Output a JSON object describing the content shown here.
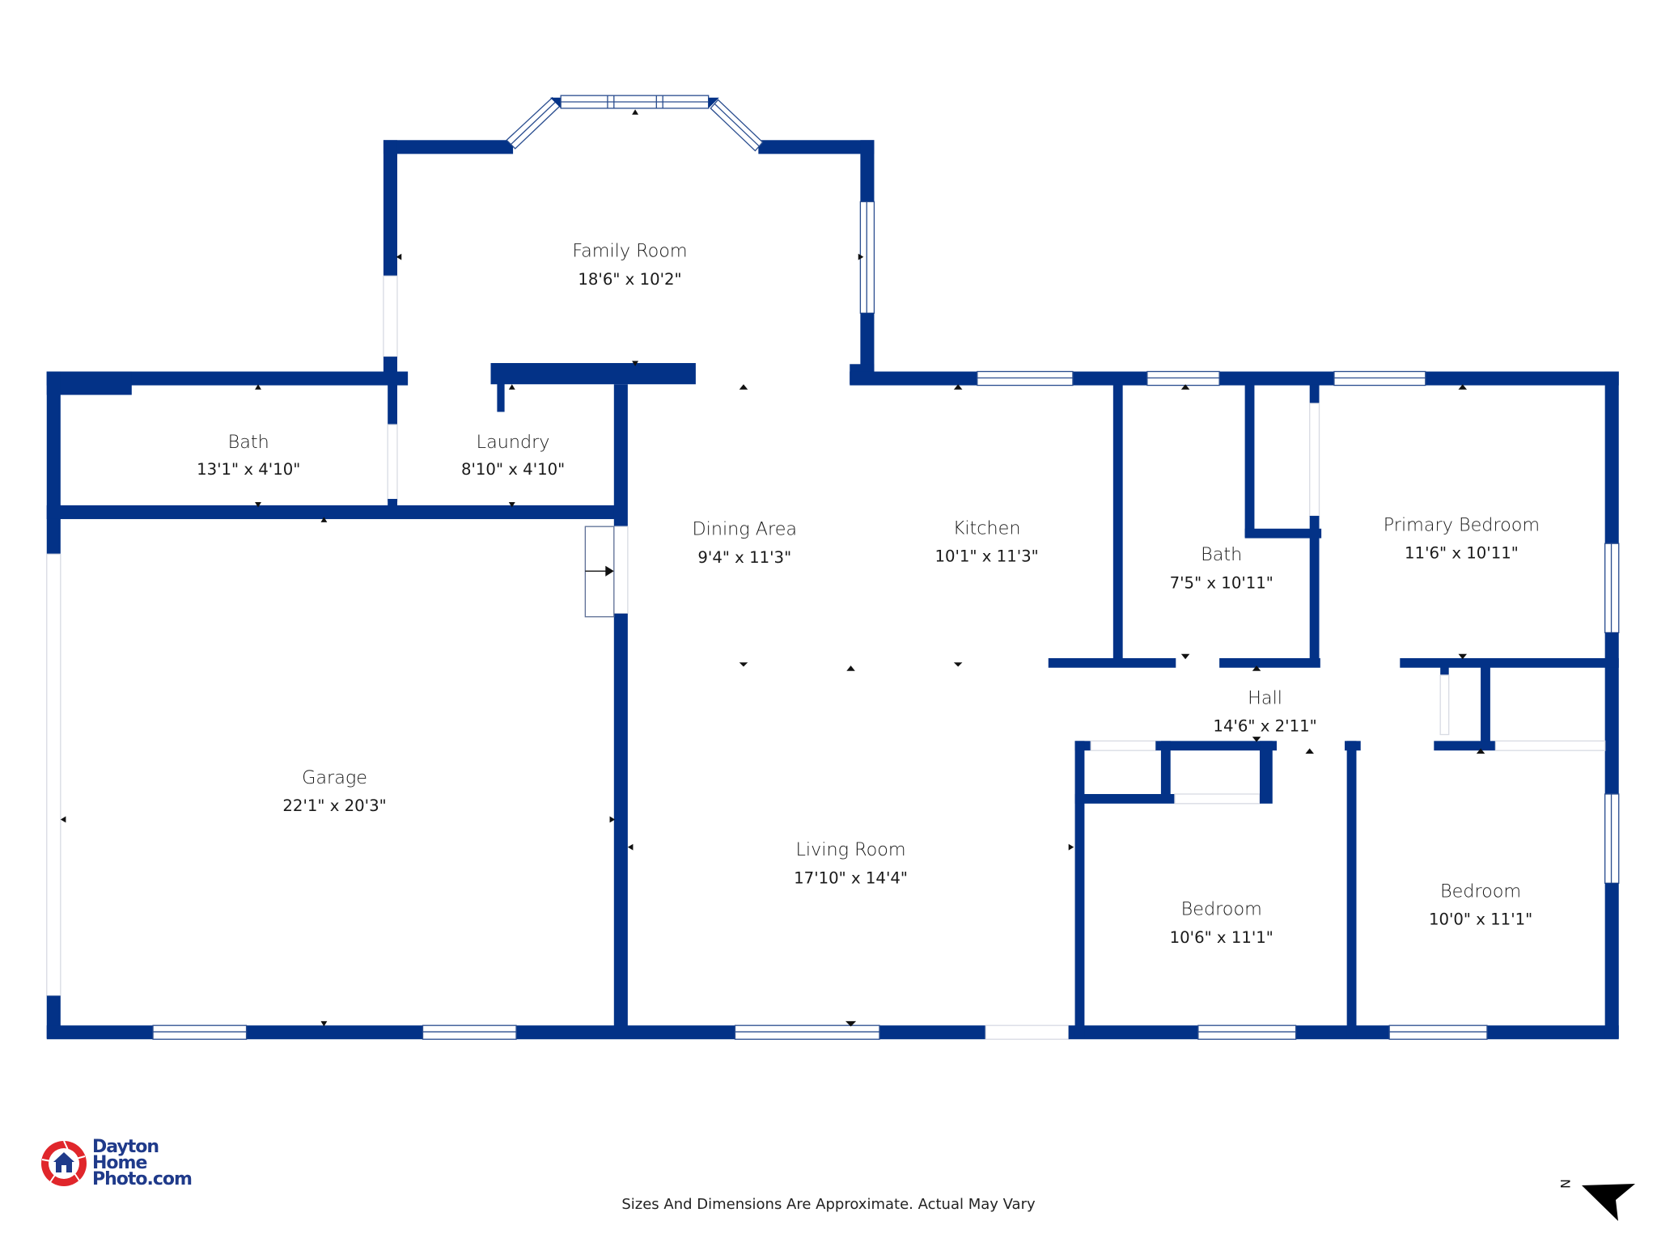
{
  "plan": {
    "wall_color": "#033287",
    "rooms": [
      {
        "name": "Family Room",
        "dims": "18'6\" x 10'2\""
      },
      {
        "name": "Bath",
        "dims": "13'1\" x 4'10\""
      },
      {
        "name": "Laundry",
        "dims": "8'10\" x 4'10\""
      },
      {
        "name": "Dining Area",
        "dims": "9'4\" x 11'3\""
      },
      {
        "name": "Kitchen",
        "dims": "10'1\" x 11'3\""
      },
      {
        "name": "Bath",
        "dims": "7'5\" x 10'11\""
      },
      {
        "name": "Primary Bedroom",
        "dims": "11'6\" x 10'11\""
      },
      {
        "name": "Garage",
        "dims": "22'1\" x 20'3\""
      },
      {
        "name": "Hall",
        "dims": "14'6\" x 2'11\""
      },
      {
        "name": "Living Room",
        "dims": "17'10\" x 14'4\""
      },
      {
        "name": "Bedroom",
        "dims": "10'6\" x 11'1\""
      },
      {
        "name": "Bedroom",
        "dims": "10'0\" x 11'1\""
      }
    ]
  },
  "footer": {
    "disclaimer": "Sizes And Dimensions Are Approximate. Actual May Vary"
  },
  "logo": {
    "line1": "Dayton",
    "line2": "Home",
    "line3": "Photo.com",
    "ring_color": "#e0262b",
    "house_color": "#1f3a8a"
  },
  "compass": {
    "label": "N",
    "icon": "north-arrow-icon"
  }
}
